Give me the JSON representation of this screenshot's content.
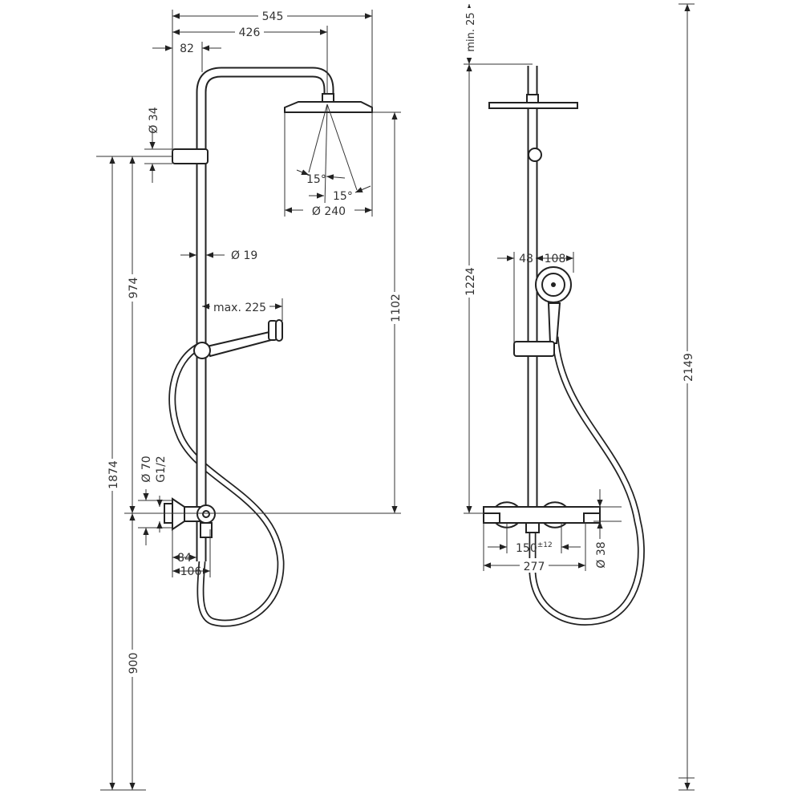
{
  "left_view": {
    "dims": {
      "overall_width": "545",
      "head_offset": "426",
      "wall_to_pipe": "82",
      "bracket_dia": "Ø 34",
      "bracket_height": "974",
      "total_height": "1874",
      "mixer_height": "900",
      "pipe_dia": "Ø 19",
      "hand_shower_reach": "max. 225",
      "head_height": "1102",
      "angle_1": "15°",
      "angle_2": "15°",
      "head_dia": "Ø 240",
      "connection_dia": "Ø 70",
      "thread": "G1/2",
      "depth_84": "84",
      "depth_106": "106"
    }
  },
  "right_view": {
    "dims": {
      "min_clearance": "min. 25",
      "riser_height": "1224",
      "overall_height": "2149",
      "hand_offset": "48",
      "hand_dia": "108",
      "centres_base": "150",
      "centres_tol": "±12",
      "mixer_width": "277",
      "mixer_dia": "Ø 38"
    }
  }
}
